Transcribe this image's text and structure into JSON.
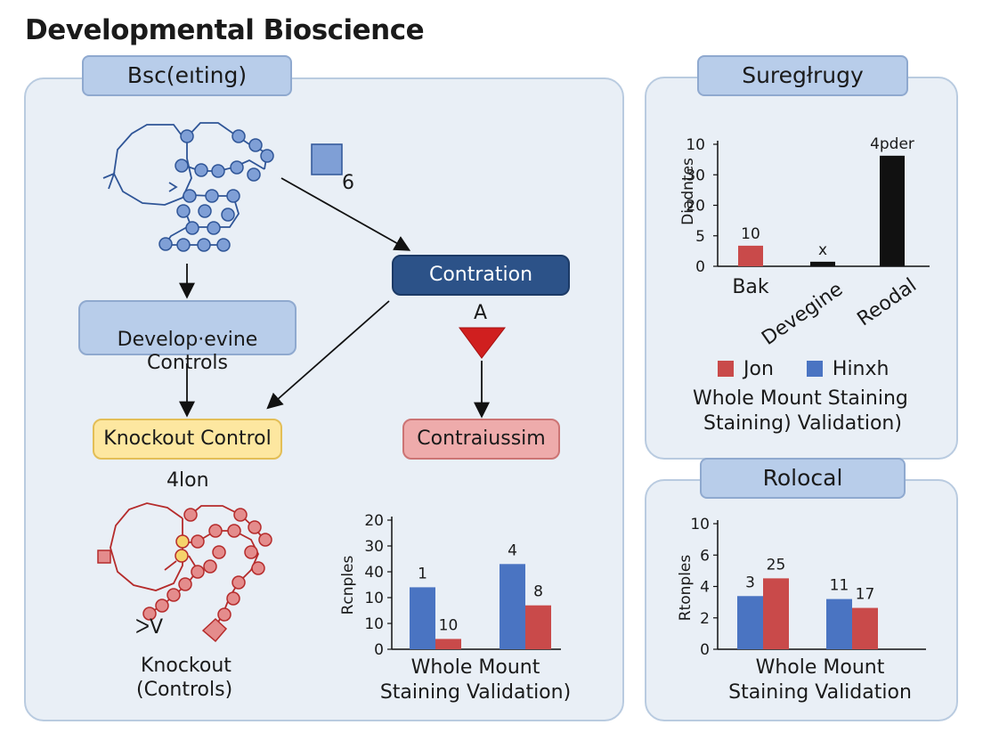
{
  "title": "Developmental Bioscience",
  "left_panel": {
    "header": "Bsc(eıting)",
    "square_label": "6",
    "box_develop": "Develop·evine\nControls",
    "box_contration": "Contration",
    "box_knockout": "Knockout Control",
    "box_contraiussim": "Contraiussim",
    "triangle_label": "A",
    "label_4lon": "4lon",
    "label_v": "ᐳV",
    "knockout_caption_1": "Knockout",
    "knockout_caption_2": "(Controls)",
    "colors": {
      "blue": "#2f5597",
      "red": "#b52b2b",
      "yellow": "#f5d36b"
    }
  },
  "right_top": {
    "header": "Suregłrugy",
    "caption_1": "Whole Mount Staining",
    "caption_2": "Staining) Validation)",
    "legend": [
      {
        "name": "Jon",
        "color": "#c94a4a"
      },
      {
        "name": "Hinxh",
        "color": "#4a74c2"
      }
    ]
  },
  "right_bottom": {
    "header": "Rolocal"
  },
  "chart_data": [
    {
      "type": "bar",
      "ylabel": "Rcnples",
      "yticks": [
        "0",
        "10",
        "10",
        "40",
        "30",
        "20"
      ],
      "groups": [
        {
          "values": [
            12,
            2
          ],
          "labels": [
            "1",
            "10"
          ]
        },
        {
          "values": [
            16.5,
            8.5
          ],
          "labels": [
            "4",
            "8"
          ]
        }
      ],
      "colors": [
        "#4a74c2",
        "#c94a4a"
      ],
      "ylim": [
        0,
        25
      ],
      "caption": [
        "Whole Mount",
        "Staining Validation)"
      ]
    },
    {
      "type": "bar",
      "ylabel": "Diadntes",
      "yticks": [
        "0",
        "5",
        "20",
        "30",
        "10"
      ],
      "categories": [
        "Bak",
        "Devegine",
        "Reodal"
      ],
      "values": [
        2.7,
        0.6,
        14.5
      ],
      "labels": [
        "10",
        "x",
        "4pder"
      ],
      "colors": [
        "#c94a4a",
        "#111111",
        "#111111"
      ],
      "ylim": [
        0,
        16
      ]
    },
    {
      "type": "bar",
      "ylabel": "Rtonples",
      "yticks": [
        "0",
        "2",
        "4",
        "6",
        "10"
      ],
      "groups": [
        {
          "values": [
            3.6,
            4.8
          ],
          "labels": [
            "3",
            "25"
          ]
        },
        {
          "values": [
            3.4,
            2.8
          ],
          "labels": [
            "11",
            "17"
          ]
        }
      ],
      "colors": [
        "#4a74c2",
        "#c94a4a"
      ],
      "ylim": [
        0,
        8.5
      ],
      "caption": [
        "Whole Mount",
        "Staining Validation"
      ]
    }
  ]
}
